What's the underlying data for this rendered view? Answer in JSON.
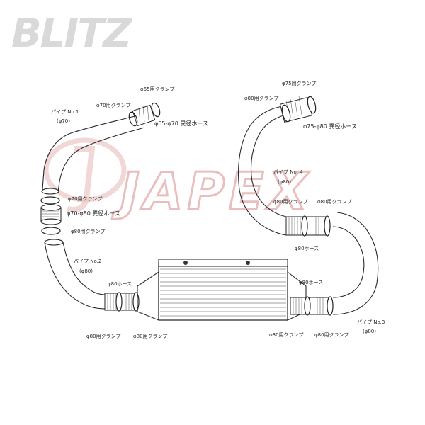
{
  "brand": {
    "name": "BLITZ",
    "watermark": "JAPEX",
    "logo_color": "#d9d9d9",
    "watermark_color": "#e6b7b7"
  },
  "labels": {
    "p1_clamp65": "φ65用クランプ",
    "p1_clamp70_top": "φ70用クランプ",
    "p1_hose_6570": "φ65-φ70 異径ホース",
    "pipe1_title": "パイプ No.1",
    "pipe1_dia": "(φ70)",
    "clamp70": "φ70用クランプ",
    "hose_7080": "φ70-φ80 異径ホース",
    "clamp80_left": "φ80用クランプ",
    "pipe2_title": "パイプ No.2",
    "pipe2_dia": "(φ80)",
    "hose80_left": "φ80ホース",
    "clamp80_bl1": "φ80用クランプ",
    "clamp80_bl2": "φ80用クランプ",
    "clamp75": "φ75用クランプ",
    "clamp80_top": "φ80用クランプ",
    "hose_7580": "φ75-φ80 異径ホース",
    "pipe4_title": "パイプ No. 4",
    "pipe4_dia": "(φ80)",
    "clamp80_mid1": "φ80用クランプ",
    "clamp80_mid2": "φ80用クランプ",
    "hose80_mid": "φ80ホース",
    "hose80_right": "φ80ホース",
    "pipe3_title": "パイプ No.3",
    "pipe3_dia": "(φ80)",
    "clamp80_br1": "φ80用クランプ",
    "clamp80_br2": "φ80用クランプ"
  }
}
